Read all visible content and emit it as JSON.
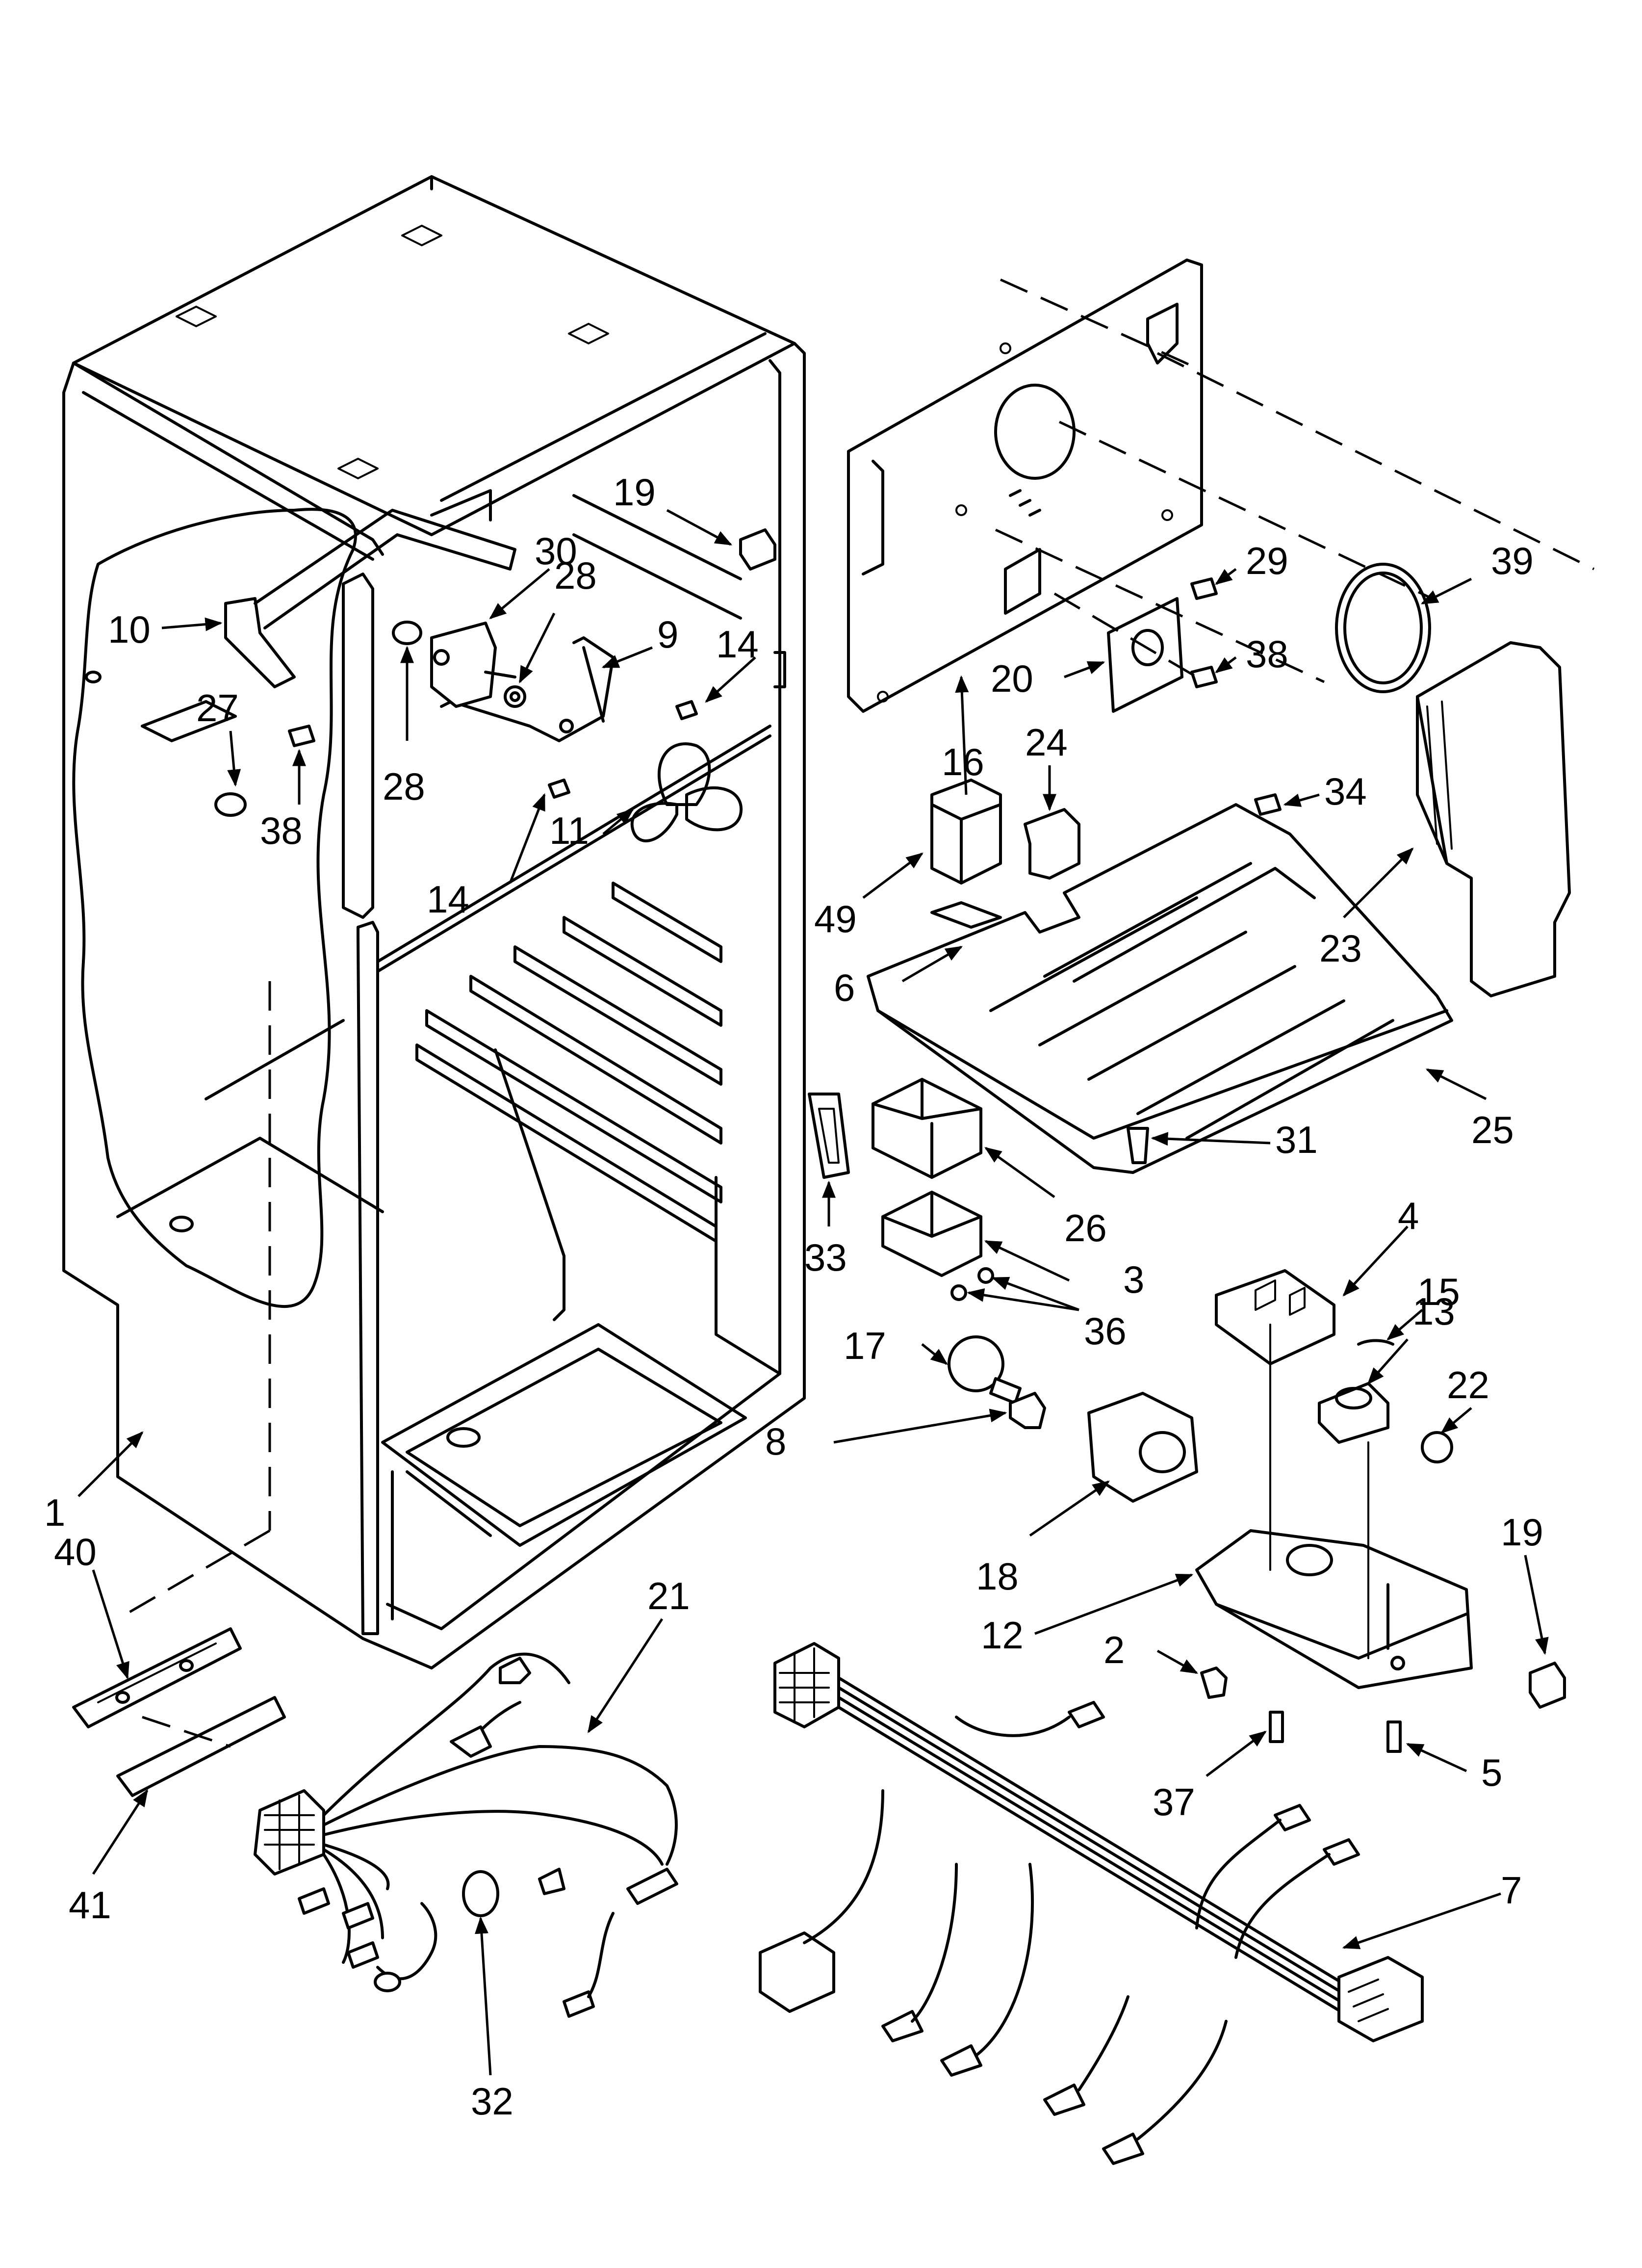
{
  "callouts": [
    {
      "id": "c1",
      "text": "1"
    },
    {
      "id": "c2",
      "text": "2"
    },
    {
      "id": "c3",
      "text": "3"
    },
    {
      "id": "c4",
      "text": "4"
    },
    {
      "id": "c5",
      "text": "5"
    },
    {
      "id": "c6",
      "text": "6"
    },
    {
      "id": "c7",
      "text": "7"
    },
    {
      "id": "c8",
      "text": "8"
    },
    {
      "id": "c9",
      "text": "9"
    },
    {
      "id": "c10",
      "text": "10"
    },
    {
      "id": "c11",
      "text": "11"
    },
    {
      "id": "c12",
      "text": "12"
    },
    {
      "id": "c13",
      "text": "13"
    },
    {
      "id": "c14a",
      "text": "14"
    },
    {
      "id": "c14b",
      "text": "14"
    },
    {
      "id": "c15",
      "text": "15"
    },
    {
      "id": "c16",
      "text": "16"
    },
    {
      "id": "c17",
      "text": "17"
    },
    {
      "id": "c18",
      "text": "18"
    },
    {
      "id": "c19a",
      "text": "19"
    },
    {
      "id": "c19b",
      "text": "19"
    },
    {
      "id": "c20",
      "text": "20"
    },
    {
      "id": "c21",
      "text": "21"
    },
    {
      "id": "c22",
      "text": "22"
    },
    {
      "id": "c23",
      "text": "23"
    },
    {
      "id": "c24",
      "text": "24"
    },
    {
      "id": "c25",
      "text": "25"
    },
    {
      "id": "c26",
      "text": "26"
    },
    {
      "id": "c27",
      "text": "27"
    },
    {
      "id": "c28a",
      "text": "28"
    },
    {
      "id": "c28b",
      "text": "28"
    },
    {
      "id": "c29",
      "text": "29"
    },
    {
      "id": "c30",
      "text": "30"
    },
    {
      "id": "c31",
      "text": "31"
    },
    {
      "id": "c32",
      "text": "32"
    },
    {
      "id": "c33",
      "text": "33"
    },
    {
      "id": "c34",
      "text": "34"
    },
    {
      "id": "c36",
      "text": "36"
    },
    {
      "id": "c37",
      "text": "37"
    },
    {
      "id": "c38a",
      "text": "38"
    },
    {
      "id": "c38b",
      "text": "38"
    },
    {
      "id": "c39",
      "text": "39"
    },
    {
      "id": "c40",
      "text": "40"
    },
    {
      "id": "c41",
      "text": "41"
    },
    {
      "id": "c49",
      "text": "49"
    }
  ]
}
